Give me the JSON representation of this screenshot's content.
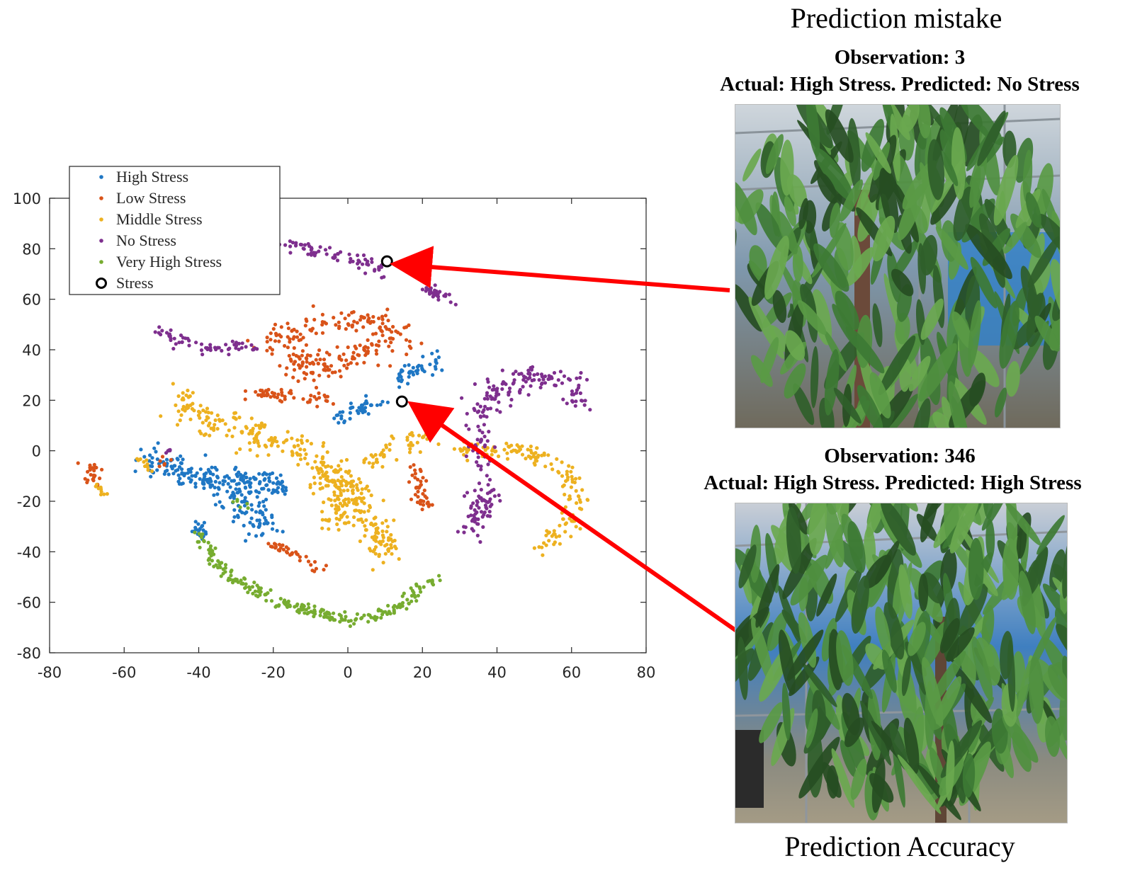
{
  "figure": {
    "top_caption": "Prediction mistake",
    "bottom_caption": "Prediction Accuracy",
    "panel_top": {
      "observation_label": "Observation: 3",
      "detail": "Actual: High Stress. Predicted: No Stress",
      "photo_icon": "peach-tree-greenhouse-photo"
    },
    "panel_bottom": {
      "observation_label": "Observation: 346",
      "detail": "Actual: High Stress. Predicted: High Stress",
      "photo_icon": "peach-tree-greenhouse-photo"
    },
    "arrow_color": "#ff0000"
  },
  "chart_data": {
    "type": "scatter",
    "xlim": [
      -80,
      80
    ],
    "ylim": [
      -80,
      100
    ],
    "xticks": [
      -80,
      -60,
      -40,
      -20,
      0,
      20,
      40,
      60,
      80
    ],
    "yticks": [
      -80,
      -60,
      -40,
      -20,
      0,
      20,
      40,
      60,
      80,
      100
    ],
    "grid": false,
    "legend_position": "top-left",
    "series": [
      {
        "name": "High Stress",
        "color": "#1f77c4",
        "clusters": [
          {
            "path": [
              [
                -54,
                -2
              ],
              [
                -48,
                -6
              ],
              [
                -40,
                -11
              ],
              [
                -30,
                -12
              ],
              [
                -22,
                -13
              ],
              [
                -17,
                -15
              ]
            ],
            "spread": 2.5,
            "count": 200
          },
          {
            "path": [
              [
                -33,
                -15
              ],
              [
                -28,
                -20
              ],
              [
                -24,
                -28
              ],
              [
                -22,
                -32
              ]
            ],
            "spread": 2.5,
            "count": 80
          },
          {
            "path": [
              [
                -40,
                -28
              ],
              [
                -39,
                -33
              ]
            ],
            "spread": 1.2,
            "count": 20
          },
          {
            "path": [
              [
                13,
                29
              ],
              [
                18,
                31
              ],
              [
                23,
                35
              ]
            ],
            "spread": 1.8,
            "count": 45
          },
          {
            "path": [
              [
                -3,
                12
              ],
              [
                1,
                15
              ],
              [
                5,
                18
              ],
              [
                9,
                18
              ]
            ],
            "spread": 1.5,
            "count": 40
          }
        ]
      },
      {
        "name": "Low Stress",
        "color": "#d95319",
        "clusters": [
          {
            "path": [
              [
                -22,
                40
              ],
              [
                -14,
                47
              ],
              [
                -6,
                51
              ],
              [
                2,
                52
              ],
              [
                10,
                50
              ],
              [
                12,
                44
              ],
              [
                8,
                40
              ],
              [
                0,
                38
              ],
              [
                -8,
                34
              ],
              [
                -12,
                32
              ],
              [
                -14,
                38
              ]
            ],
            "spread": 3,
            "count": 230
          },
          {
            "path": [
              [
                -27,
                23
              ],
              [
                -18,
                22
              ],
              [
                -10,
                21
              ],
              [
                -6,
                20
              ]
            ],
            "spread": 1.3,
            "count": 50
          },
          {
            "path": [
              [
                -70,
                -5
              ],
              [
                -67,
                -10
              ],
              [
                -69,
                -14
              ]
            ],
            "spread": 1.2,
            "count": 25
          },
          {
            "path": [
              [
                17,
                -5
              ],
              [
                19,
                -13
              ],
              [
                20,
                -20
              ],
              [
                21,
                -22
              ]
            ],
            "spread": 1.3,
            "count": 40
          },
          {
            "path": [
              [
                -21,
                -37
              ],
              [
                -13,
                -42
              ],
              [
                -6,
                -47
              ]
            ],
            "spread": 1.0,
            "count": 35
          },
          {
            "path": [
              [
                -50,
                -5
              ],
              [
                -46,
                -3
              ]
            ],
            "spread": 0.8,
            "count": 6
          }
        ]
      },
      {
        "name": "Middle Stress",
        "color": "#edb120",
        "clusters": [
          {
            "path": [
              [
                -44,
                22
              ],
              [
                -40,
                14
              ],
              [
                -32,
                8
              ],
              [
                -24,
                5
              ],
              [
                -16,
                2
              ],
              [
                -10,
                -2
              ],
              [
                -5,
                -8
              ],
              [
                0,
                -15
              ],
              [
                4,
                -25
              ],
              [
                8,
                -32
              ],
              [
                10,
                -42
              ]
            ],
            "spread": 2.8,
            "count": 320
          },
          {
            "path": [
              [
                -6,
                -8
              ],
              [
                -2,
                -18
              ],
              [
                0,
                -25
              ],
              [
                -6,
                -30
              ]
            ],
            "spread": 2.5,
            "count": 80
          },
          {
            "path": [
              [
                5,
                -5
              ],
              [
                10,
                0
              ],
              [
                15,
                3
              ],
              [
                20,
                5
              ]
            ],
            "spread": 1.8,
            "count": 45
          },
          {
            "path": [
              [
                28,
                0
              ],
              [
                40,
                1
              ],
              [
                52,
                -2
              ],
              [
                60,
                -10
              ],
              [
                62,
                -20
              ],
              [
                58,
                -30
              ],
              [
                52,
                -38
              ]
            ],
            "spread": 1.6,
            "count": 150
          },
          {
            "path": [
              [
                -67,
                -13
              ],
              [
                -66,
                -19
              ]
            ],
            "spread": 0.7,
            "count": 10
          },
          {
            "path": [
              [
                -56,
                -2
              ],
              [
                -53,
                -8
              ]
            ],
            "spread": 0.8,
            "count": 10
          }
        ]
      },
      {
        "name": "No Stress",
        "color": "#7e2f8e",
        "clusters": [
          {
            "path": [
              [
                -16,
                82
              ],
              [
                -8,
                79
              ],
              [
                0,
                77
              ],
              [
                6,
                74
              ],
              [
                10,
                70
              ]
            ],
            "spread": 1.3,
            "count": 70
          },
          {
            "path": [
              [
                20,
                65
              ],
              [
                25,
                62
              ],
              [
                29,
                59
              ]
            ],
            "spread": 1.0,
            "count": 30
          },
          {
            "path": [
              [
                -52,
                48
              ],
              [
                -44,
                43
              ],
              [
                -36,
                40
              ],
              [
                -26,
                42
              ]
            ],
            "spread": 1.4,
            "count": 60
          },
          {
            "path": [
              [
                36,
                15
              ],
              [
                38,
                22
              ],
              [
                44,
                27
              ],
              [
                52,
                30
              ],
              [
                58,
                27
              ],
              [
                63,
                20
              ]
            ],
            "spread": 2.5,
            "count": 130
          },
          {
            "path": [
              [
                35,
                10
              ],
              [
                34,
                0
              ],
              [
                36,
                -5
              ]
            ],
            "spread": 1.5,
            "count": 30
          },
          {
            "path": [
              [
                38,
                -15
              ],
              [
                36,
                -22
              ],
              [
                34,
                -28
              ],
              [
                32,
                -33
              ]
            ],
            "spread": 2.0,
            "count": 70
          },
          {
            "path": [
              [
                -50,
                -1
              ],
              [
                -48,
                1
              ]
            ],
            "spread": 0.6,
            "count": 5
          }
        ]
      },
      {
        "name": "Very High Stress",
        "color": "#77ac30",
        "clusters": [
          {
            "path": [
              [
                -40,
                -34
              ],
              [
                -34,
                -47
              ],
              [
                -24,
                -56
              ],
              [
                -12,
                -63
              ],
              [
                0,
                -67
              ],
              [
                4,
                -67
              ]
            ],
            "spread": 1.2,
            "count": 170
          },
          {
            "path": [
              [
                5,
                -67
              ],
              [
                12,
                -63
              ],
              [
                18,
                -57
              ],
              [
                24,
                -50
              ]
            ],
            "spread": 1.0,
            "count": 60
          },
          {
            "path": [
              [
                -30,
                -20
              ],
              [
                -26,
                -25
              ]
            ],
            "spread": 1.0,
            "count": 6
          }
        ]
      }
    ],
    "highlight": {
      "name": "Stress",
      "points": [
        [
          10.5,
          75
        ],
        [
          14.5,
          19.5
        ]
      ],
      "color": "#000000"
    }
  }
}
